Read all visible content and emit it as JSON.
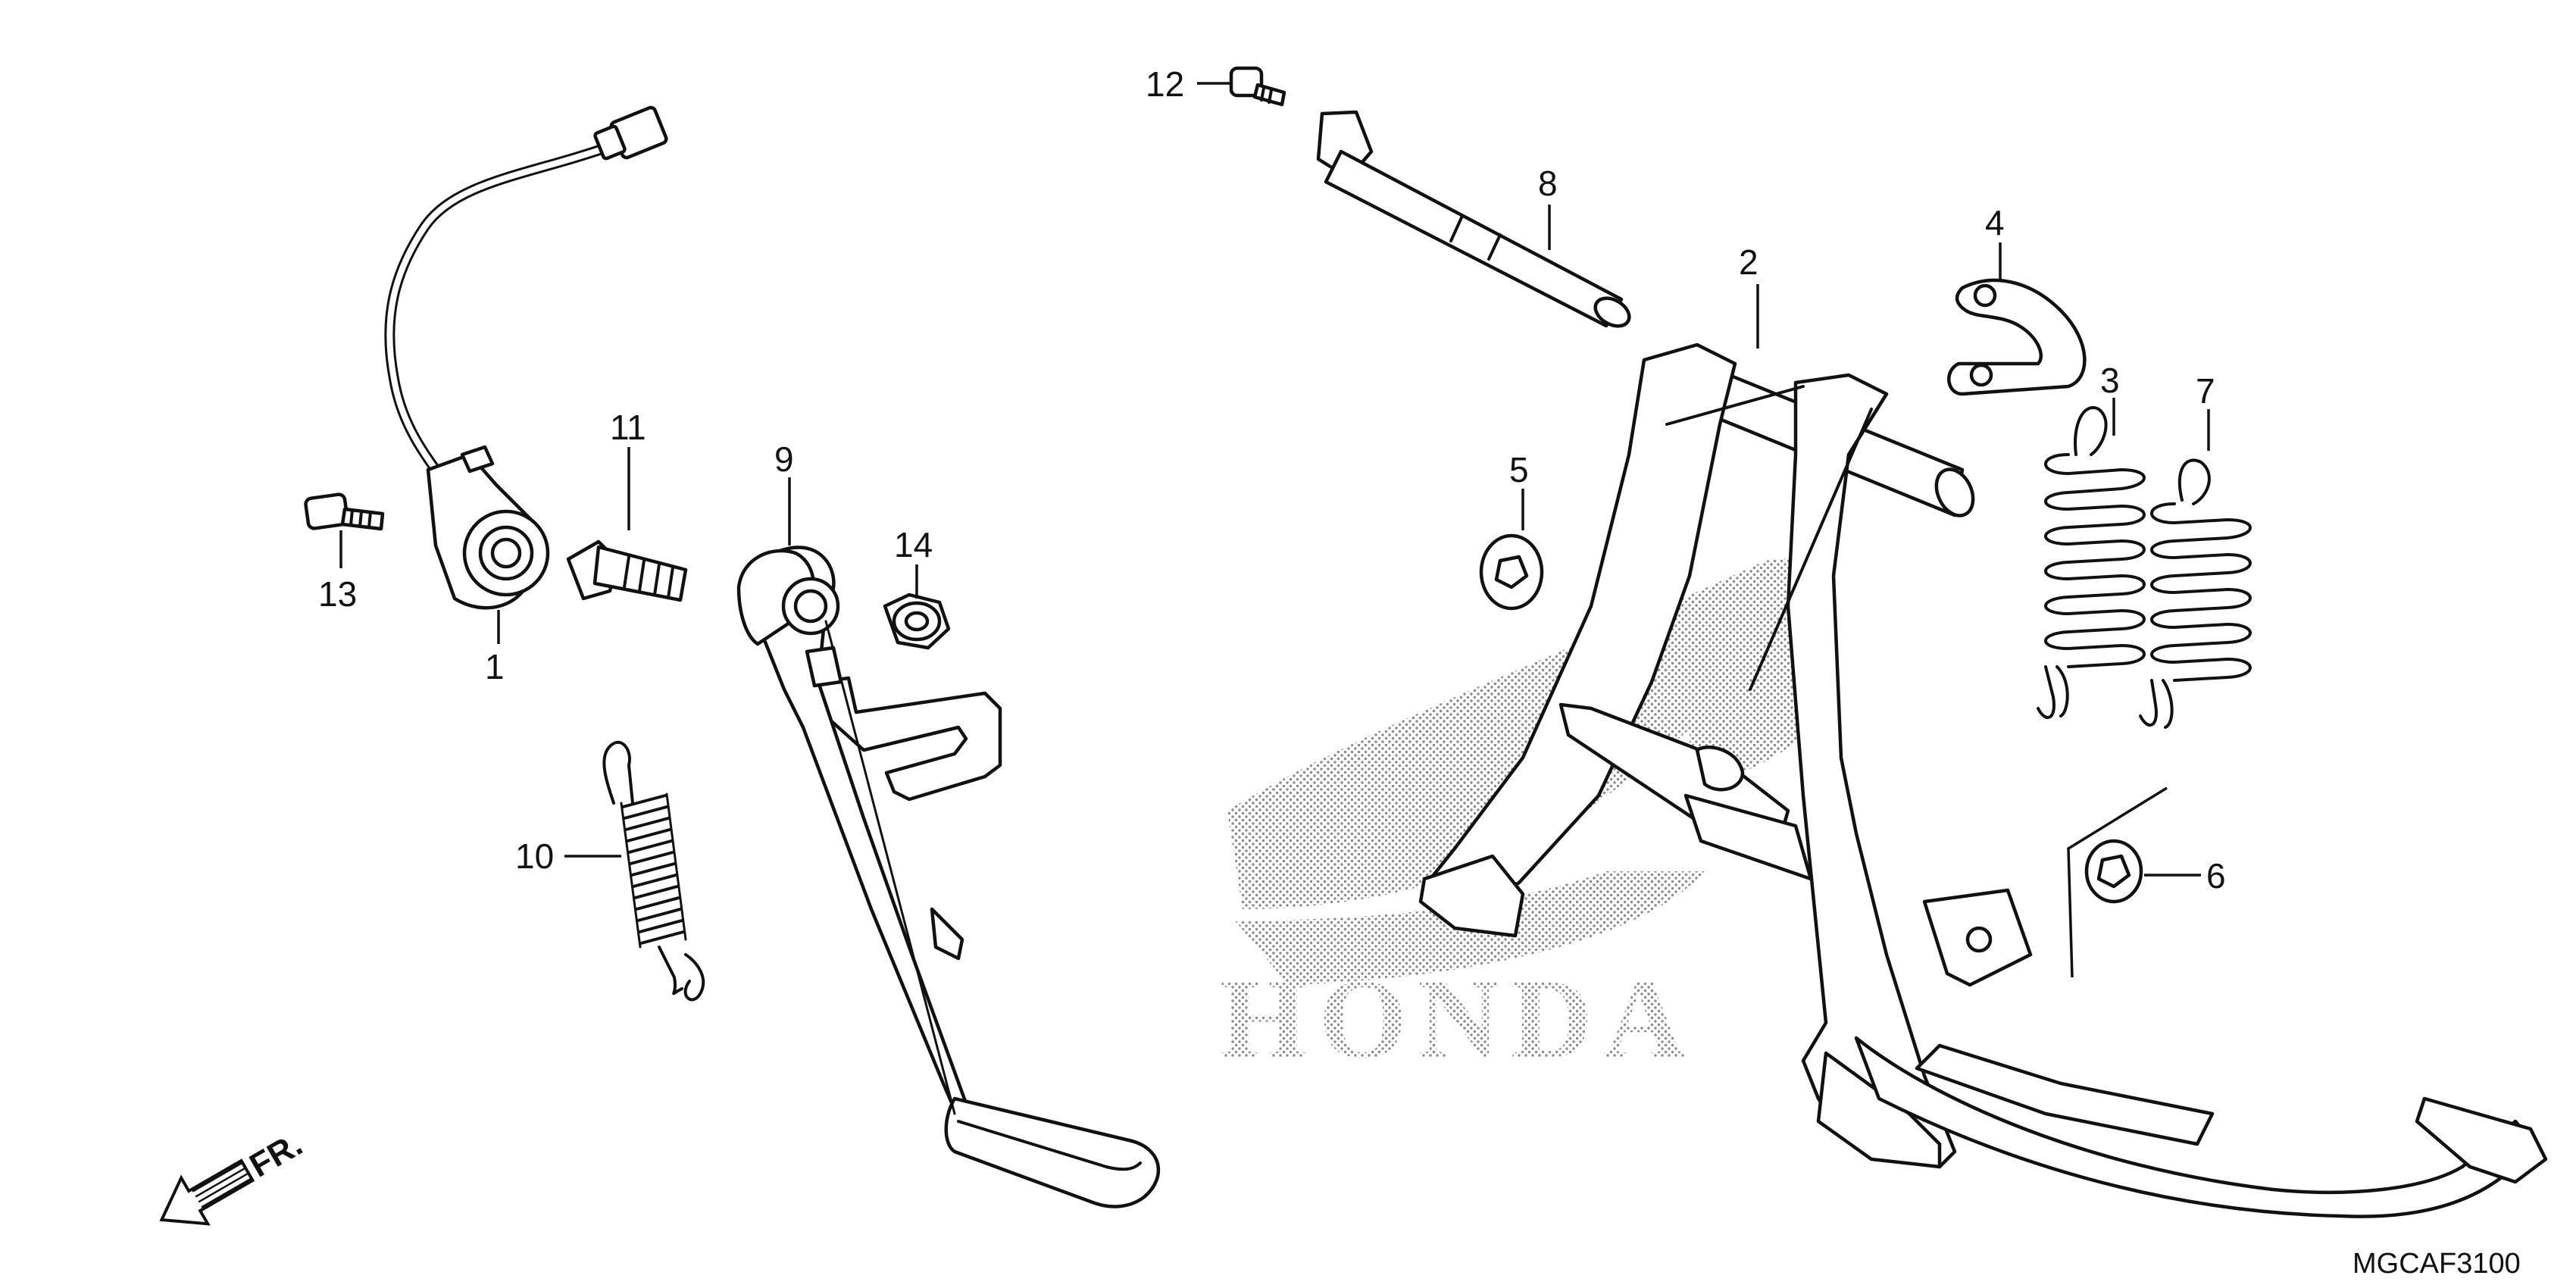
{
  "callouts": [
    {
      "id": "1",
      "text": "1"
    },
    {
      "id": "2",
      "text": "2"
    },
    {
      "id": "3",
      "text": "3"
    },
    {
      "id": "4",
      "text": "4"
    },
    {
      "id": "5",
      "text": "5"
    },
    {
      "id": "6",
      "text": "6"
    },
    {
      "id": "7",
      "text": "7"
    },
    {
      "id": "8",
      "text": "8"
    },
    {
      "id": "9",
      "text": "9"
    },
    {
      "id": "10",
      "text": "10"
    },
    {
      "id": "11",
      "text": "11"
    },
    {
      "id": "12",
      "text": "12"
    },
    {
      "id": "13",
      "text": "13"
    },
    {
      "id": "14",
      "text": "14"
    }
  ],
  "front_indicator": "FR.",
  "watermark": "HONDA",
  "diagram_code": "MGCAF3100"
}
